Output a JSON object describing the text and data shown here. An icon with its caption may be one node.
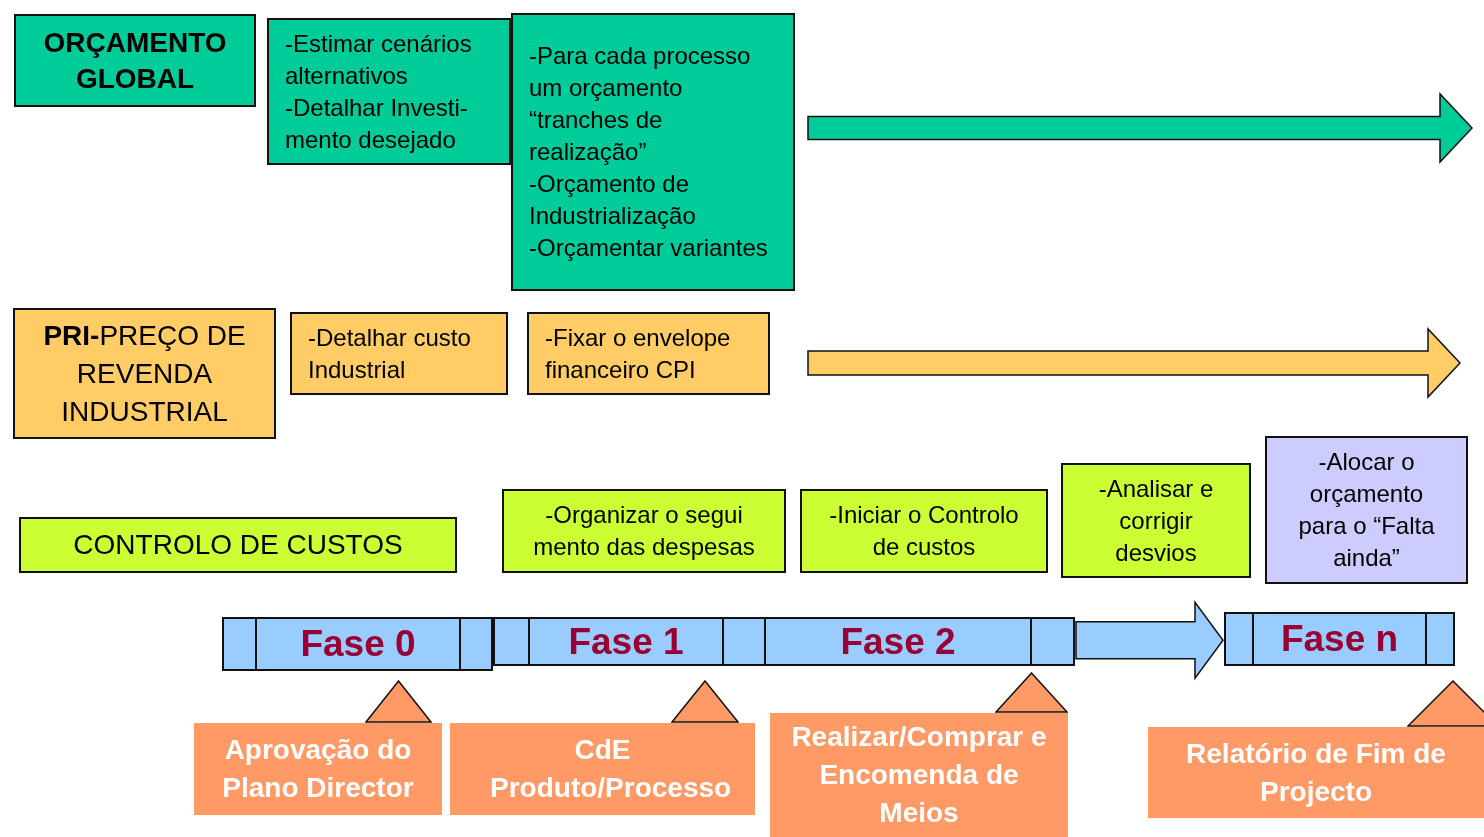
{
  "diagram": {
    "nodes": [
      {
        "text": [
          "ORÇAMENTO GLOBAL"
        ]
      },
      {
        "text": [
          "-Estimar cenários alternativos",
          "-Detalhar Investi- mento desejado"
        ]
      },
      {
        "text": [
          "-Para cada processo um orçamento “tranches de realização”",
          "-Orçamento de Industrialização",
          "-Orçamentar variantes"
        ]
      },
      {
        "text": [
          "**PRI-**PREÇO DE REVENDA INDUSTRIAL"
        ]
      },
      {
        "text": [
          "-Detalhar custo Industrial"
        ]
      },
      {
        "text": [
          "-Fixar o envelope financeiro CPI"
        ]
      },
      {
        "text": [
          "CONTROLO DE CUSTOS"
        ]
      },
      {
        "text": [
          "-Organizar o segui mento das despesas"
        ]
      },
      {
        "text": [
          "-Iniciar o Controlo de custos"
        ]
      },
      {
        "text": [
          "-Analisar e corrigir desvios"
        ]
      },
      {
        "text": [
          "-Alocar o orçamento para o “Falta ainda”"
        ]
      },
      {
        "text": [
          "Fase 0"
        ]
      },
      {
        "text": [
          "Fase 1"
        ]
      },
      {
        "text": [
          "Fase 2"
        ]
      },
      {
        "text": [
          "Fase n"
        ]
      },
      {
        "text": [],
        "shape": "triangle"
      },
      {
        "text": [
          "Aprovação do Plano Director"
        ]
      },
      {
        "text": [],
        "shape": "triangle"
      },
      {
        "text": [
          "CdE Produto/Processo"
        ]
      },
      {
        "text": [],
        "shape": "triangle"
      },
      {
        "text": [
          "Realizar/Comprar e Encomenda de Meios"
        ]
      },
      {
        "text": [],
        "shape": "triangle"
      },
      {
        "text": [
          "Relatório de Fim de Projecto"
        ]
      }
    ],
    "edges": [
      {
        "from": 13,
        "to": 14,
        "arrow": "to"
      }
    ]
  }
}
